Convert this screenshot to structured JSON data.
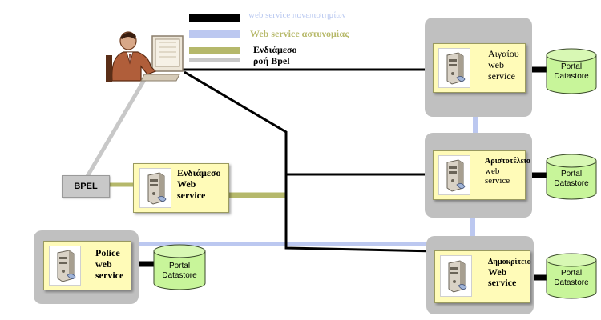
{
  "legend": {
    "items": [
      {
        "label": "web service πανεπιστημίων",
        "color": "#000000",
        "text_color": "#b9c8f0"
      },
      {
        "label": "Web service αστυνομίας",
        "color": "#bcc8f0",
        "text_color": "#b7b96a"
      },
      {
        "label": "Ενδιάμεσο",
        "color": "#b5b86b",
        "text_color": "#000000"
      },
      {
        "label": "ροή Bpel",
        "color": "#c8c8c8",
        "text_color": "#000000"
      }
    ]
  },
  "services": {
    "aigaiou": {
      "lines": [
        "Αιγαίου",
        "web",
        "service"
      ]
    },
    "aristoteleio": {
      "lines": [
        "Αριστοτέλειο",
        "web",
        "service"
      ]
    },
    "dimokriteio": {
      "lines": [
        "Δημοκρίτειο",
        "Web",
        "service"
      ]
    },
    "endiameso": {
      "lines": [
        "Ενδιάμεσο",
        "Web",
        "service"
      ]
    },
    "police": {
      "lines": [
        "Police",
        "web",
        "service"
      ]
    }
  },
  "datastores": {
    "label_line1": "Portal",
    "label_line2": "Datastore"
  },
  "bpel": {
    "label": "BPEL"
  },
  "colors": {
    "university_link": "#000000",
    "police_link": "#bcc8f0",
    "intermediate_link": "#b5b86b",
    "bpel_link": "#c8c8c8",
    "panel": "#c0c0c0",
    "card": "#fffbb8",
    "datastore": "#c8f59a"
  },
  "icons": [
    "server-icon",
    "database-icon",
    "user-computer-icon"
  ]
}
